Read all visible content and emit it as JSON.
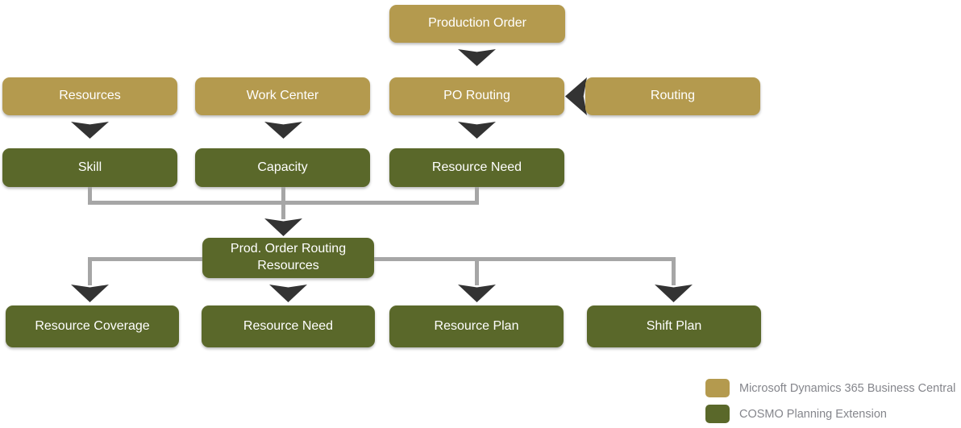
{
  "nodes": {
    "production_order": "Production Order",
    "resources": "Resources",
    "work_center": "Work Center",
    "po_routing": "PO Routing",
    "routing": "Routing",
    "skill": "Skill",
    "capacity": "Capacity",
    "resource_need": "Resource Need",
    "prod_order_routing_resources": "Prod. Order Routing Resources",
    "resource_coverage": "Resource Coverage",
    "resource_need_2": "Resource Need",
    "resource_plan": "Resource Plan",
    "shift_plan": "Shift Plan"
  },
  "colors": {
    "business_central_gold": "#b49a4e",
    "cosmo_green": "#5a682a",
    "arrow_dark": "#333333",
    "connector_gray": "#a6a6a6",
    "legend_text_gray": "#85868c",
    "node_text": "#ffffff"
  },
  "legend": {
    "items": [
      {
        "label": "Microsoft Dynamics 365 Business Central",
        "color": "#b49a4e"
      },
      {
        "label": "COSMO Planning Extension",
        "color": "#5a682a"
      }
    ]
  }
}
